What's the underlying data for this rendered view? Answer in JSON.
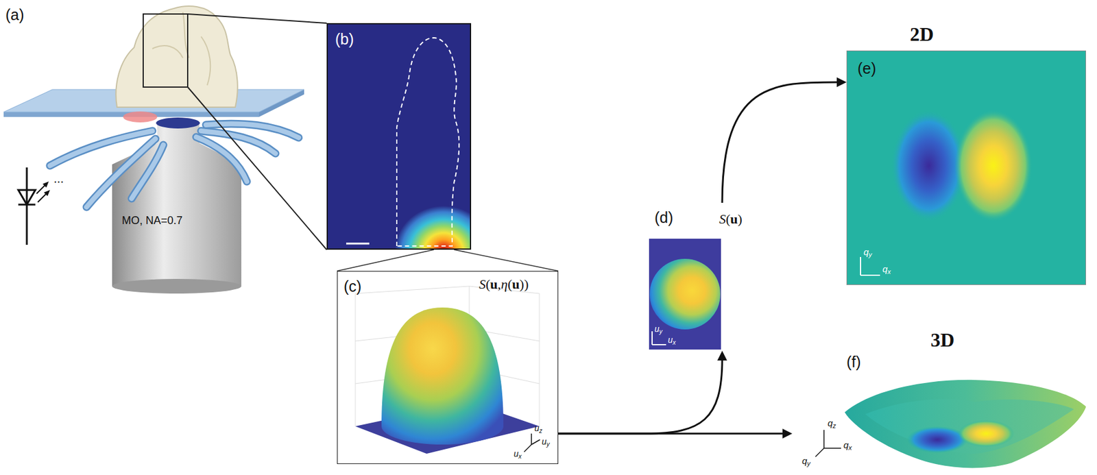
{
  "diagram": {
    "nodes": [
      {
        "text": [
          "(b)"
        ]
      },
      {
        "text": [
          "(c)",
          "S(u,η(u))",
          "uy",
          "uz",
          "ux"
        ]
      },
      {
        "text": [
          "(d)",
          "S(u)",
          "uy",
          "ux"
        ]
      },
      {
        "text": [
          "2D",
          "(e)",
          "qy",
          "qx"
        ]
      },
      {
        "text": [
          "3D",
          "(f)",
          "qz",
          "qy",
          "qx"
        ]
      }
    ],
    "edges": [
      {
        "from": 2,
        "to": 3,
        "arrow": "to"
      },
      {
        "from": 1,
        "to": 2,
        "arrow": "to"
      },
      {
        "from": 1,
        "to": 4,
        "arrow": "to"
      }
    ],
    "labels": [
      "(a)",
      "MO, NA=0.7",
      "..."
    ]
  }
}
